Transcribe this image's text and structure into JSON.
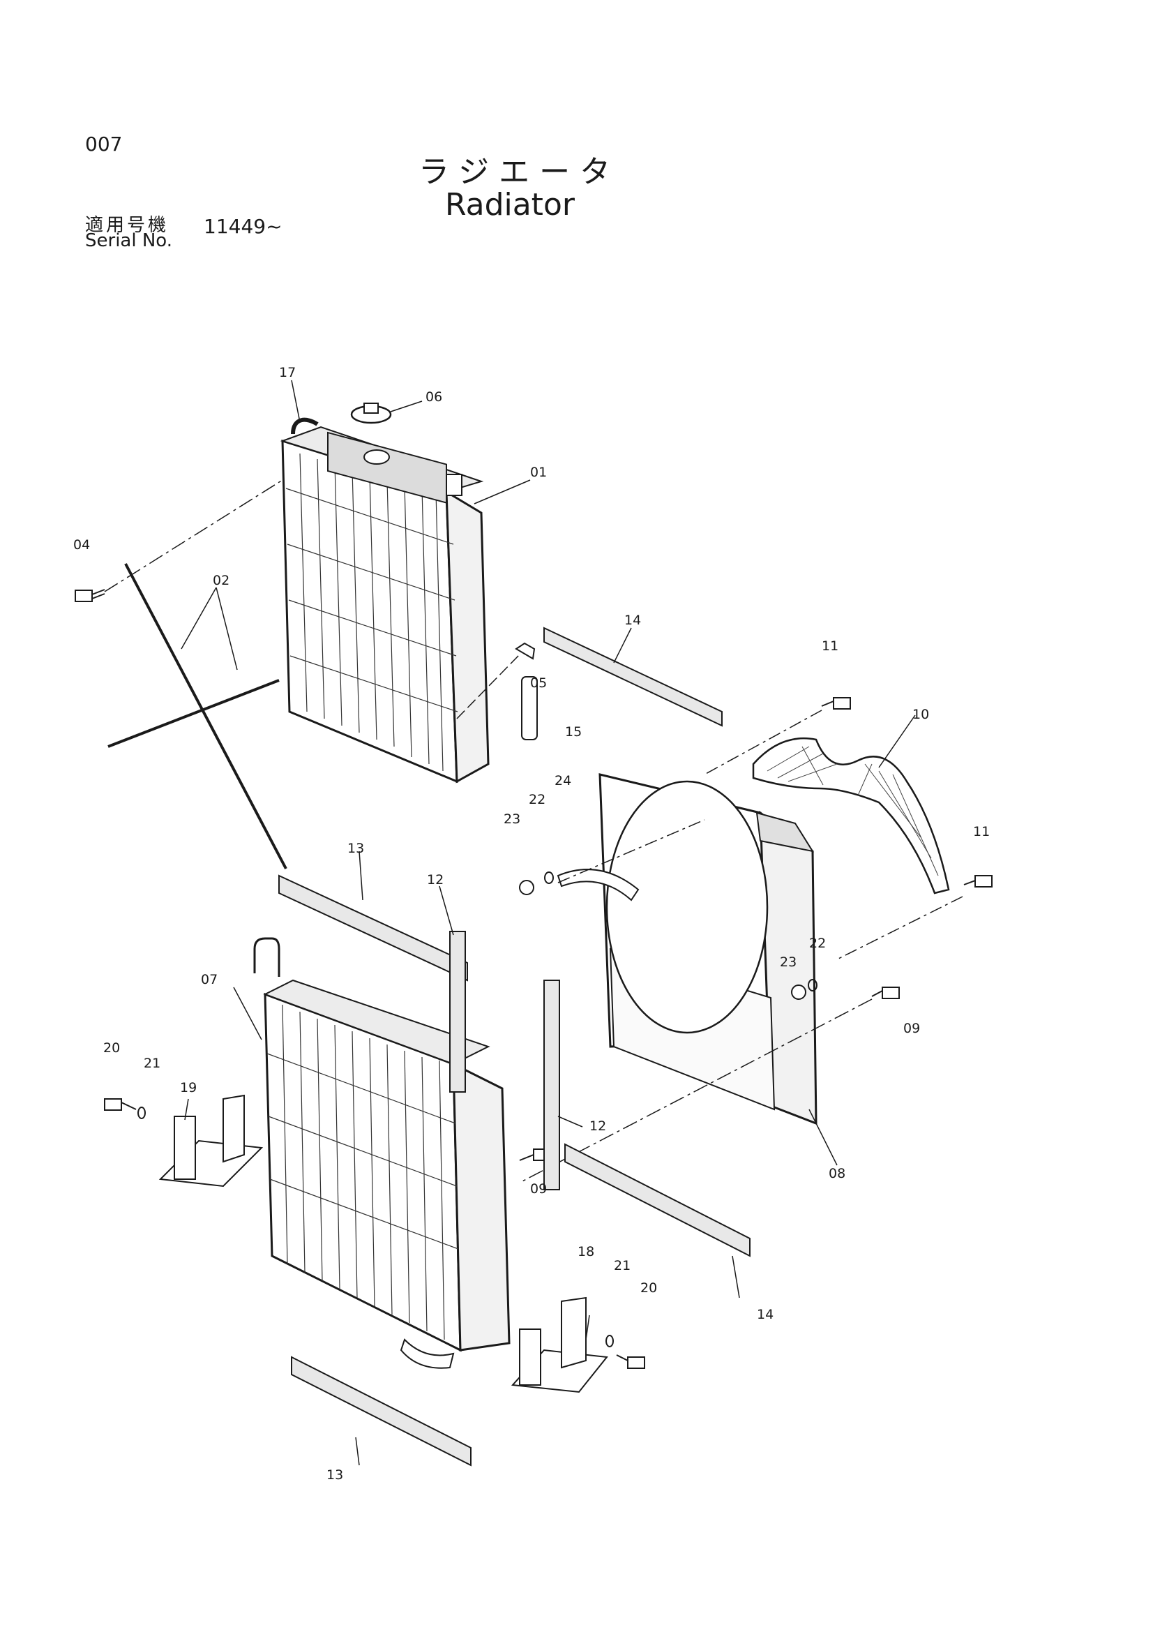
{
  "page": {
    "number": "007",
    "title_jp": "ラジエータ",
    "title_en": "Radiator",
    "serial_label_jp": "適用号機",
    "serial_label_en": "Serial No.",
    "serial_value": "11449~"
  },
  "parts": {
    "p01": "01",
    "p02": "02",
    "p04": "04",
    "p05": "05",
    "p06": "06",
    "p07": "07",
    "p08": "08",
    "p09a": "09",
    "p09b": "09",
    "p10": "10",
    "p11a": "11",
    "p11b": "11",
    "p12a": "12",
    "p12b": "12",
    "p13a": "13",
    "p13b": "13",
    "p14a": "14",
    "p14b": "14",
    "p15": "15",
    "p17": "17",
    "p18": "18",
    "p19": "19",
    "p20a": "20",
    "p20b": "20",
    "p21a": "21",
    "p21b": "21",
    "p22a": "22",
    "p22b": "22",
    "p23a": "23",
    "p23b": "23",
    "p24": "24"
  }
}
